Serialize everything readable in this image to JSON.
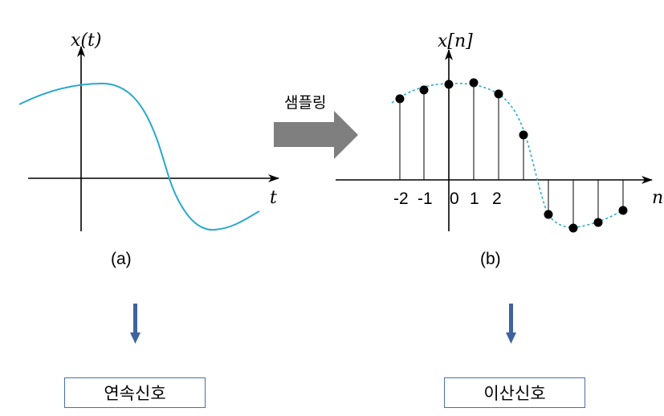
{
  "panel_a": {
    "y_axis_label": "x(t)",
    "x_axis_label": "t",
    "caption": "(a)"
  },
  "panel_b": {
    "y_axis_label": "x[n]",
    "x_axis_label": "n",
    "caption": "(b)",
    "tick_labels": [
      "-2",
      "-1",
      "0",
      "1",
      "2"
    ]
  },
  "arrow": {
    "label": "샘플링"
  },
  "result_boxes": {
    "left": "연속신호",
    "right": "이산신호"
  },
  "colors": {
    "curve": "#2aa8d0",
    "arrow_gray": "#7f7f7f",
    "down_arrow": "#3f63a0",
    "box_border": "#4a6fa8"
  }
}
